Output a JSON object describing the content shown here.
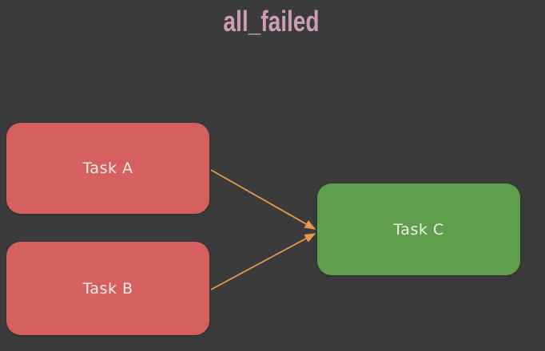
{
  "diagram": {
    "title": "all_failed",
    "nodes": [
      {
        "id": "task-a",
        "label": "Task A",
        "color": "#d65f5f"
      },
      {
        "id": "task-b",
        "label": "Task B",
        "color": "#d65f5f"
      },
      {
        "id": "task-c",
        "label": "Task C",
        "color": "#5f9e4d"
      }
    ],
    "edges": [
      {
        "from": "task-a",
        "to": "task-c"
      },
      {
        "from": "task-b",
        "to": "task-c"
      }
    ],
    "colors": {
      "background": "#3b3b3b",
      "node_failed": "#d65f5f",
      "node_success": "#5f9e4d",
      "edge": "#e49a4a",
      "title": "#cd9db8",
      "node_text": "#f4eeea"
    }
  }
}
